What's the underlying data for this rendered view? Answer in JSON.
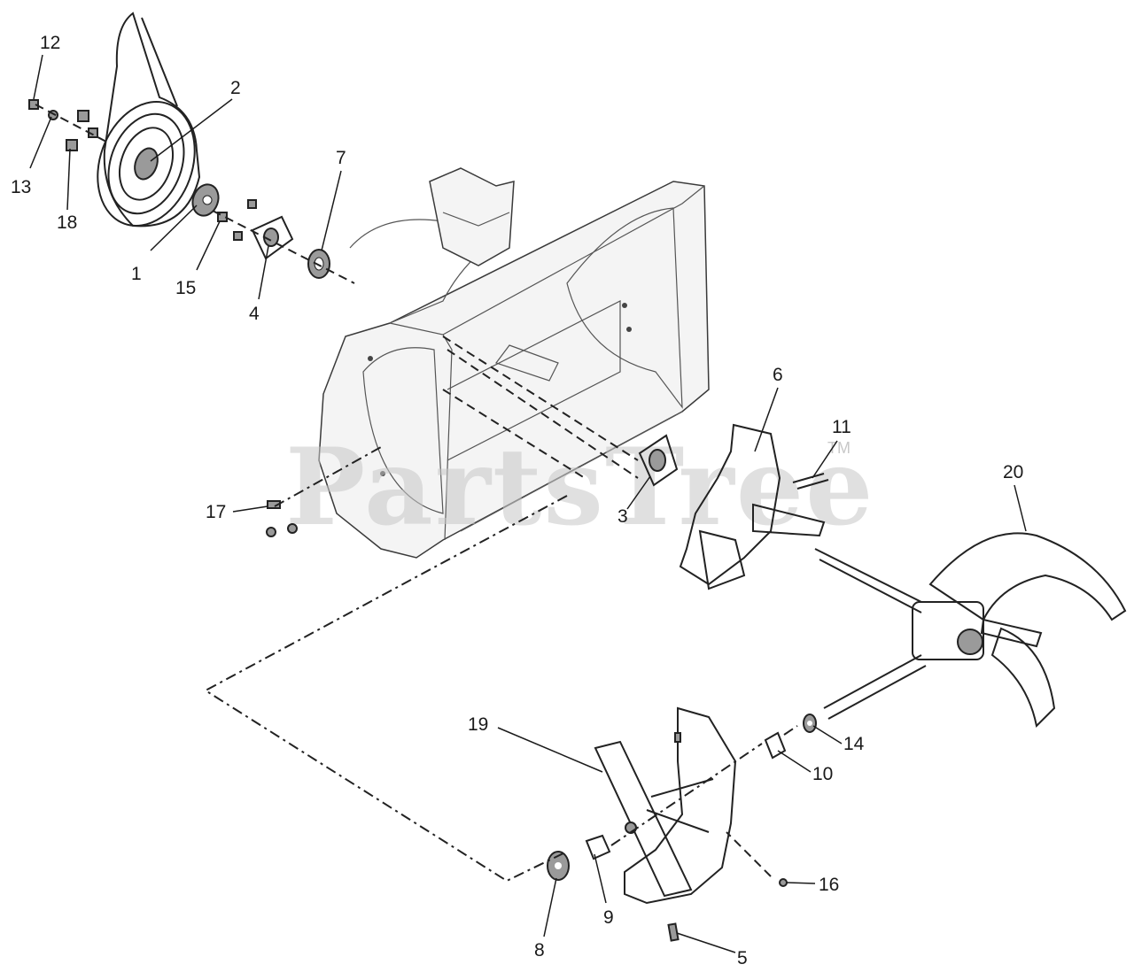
{
  "watermark": {
    "text": "PartsTree",
    "tm": "TM"
  },
  "callouts": [
    {
      "id": "c12",
      "text": "12"
    },
    {
      "id": "c2",
      "text": "2"
    },
    {
      "id": "c13",
      "text": "13"
    },
    {
      "id": "c18",
      "text": "18"
    },
    {
      "id": "c1",
      "text": "1"
    },
    {
      "id": "c15",
      "text": "15"
    },
    {
      "id": "c4",
      "text": "4"
    },
    {
      "id": "c7",
      "text": "7"
    },
    {
      "id": "c6",
      "text": "6"
    },
    {
      "id": "c11",
      "text": "11"
    },
    {
      "id": "c20",
      "text": "20"
    },
    {
      "id": "c17",
      "text": "17"
    },
    {
      "id": "c3",
      "text": "3"
    },
    {
      "id": "c19",
      "text": "19"
    },
    {
      "id": "c14",
      "text": "14"
    },
    {
      "id": "c10",
      "text": "10"
    },
    {
      "id": "c16",
      "text": "16"
    },
    {
      "id": "c9",
      "text": "9"
    },
    {
      "id": "c8",
      "text": "8"
    },
    {
      "id": "c5",
      "text": "5"
    }
  ]
}
